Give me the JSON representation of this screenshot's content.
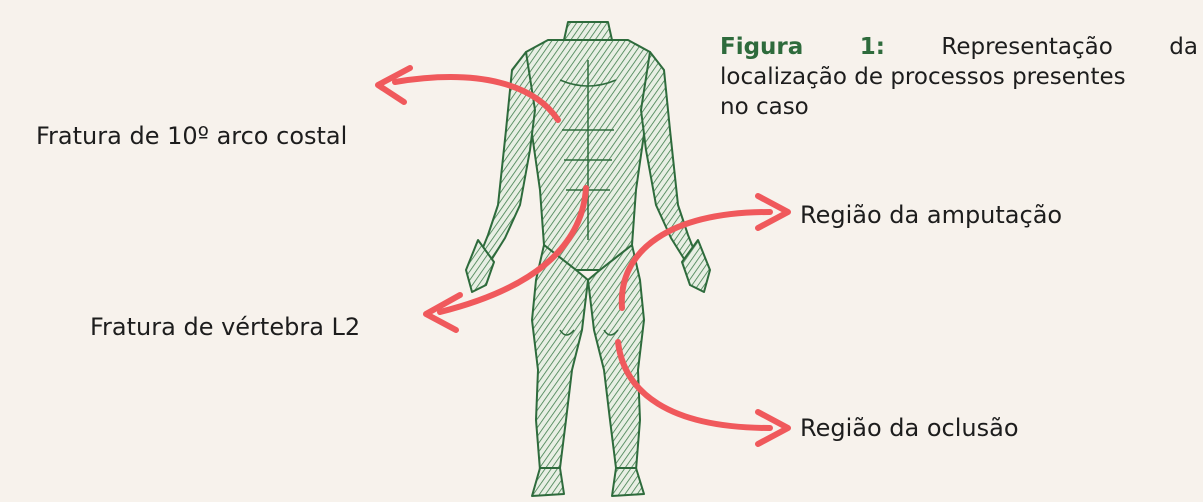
{
  "caption": {
    "figure_label": "Figura",
    "figure_number": "1:",
    "line1_word1": "Representação",
    "line1_word2": "da",
    "line2": "localização de processos presentes",
    "line3": "no caso"
  },
  "labels": {
    "rib_fracture": "Fratura de 10º arco costal",
    "vertebra_fracture": "Fratura de vértebra L2",
    "amputation_region": "Região da amputação",
    "occlusion_region": "Região da oclusão"
  },
  "colors": {
    "background": "#f7f2ec",
    "arrow": "#f0595c",
    "figure_ink": "#2e6b3c",
    "caption_accent": "#2e6b3c",
    "text": "#1d1d1d"
  },
  "icons": {
    "figure": "anatomical-muscle-figure",
    "arrow": "curved-arrow"
  }
}
